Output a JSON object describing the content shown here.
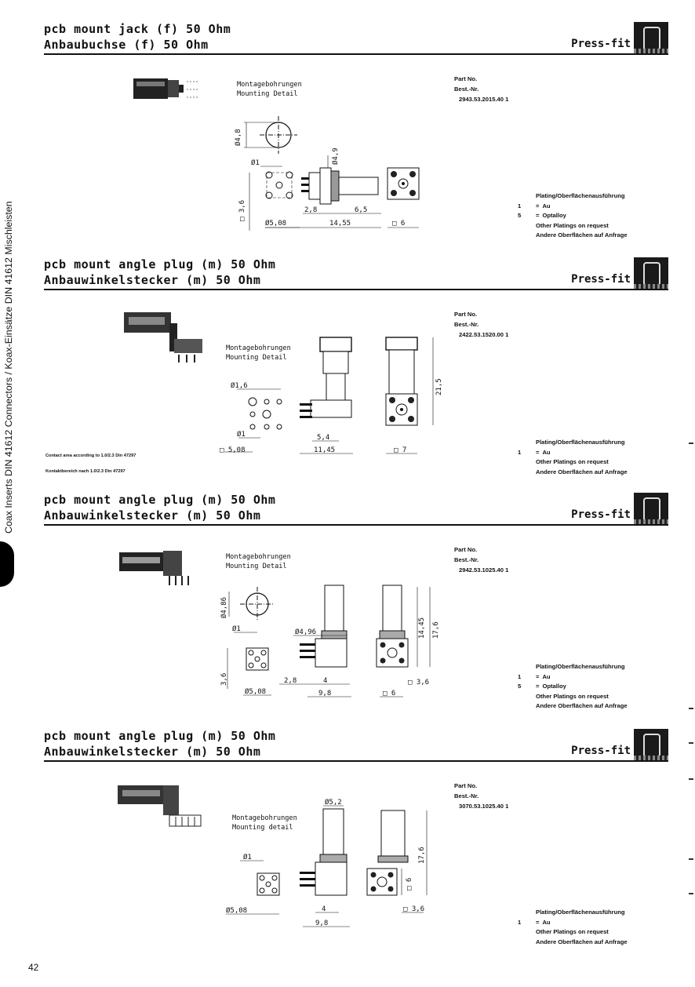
{
  "sidebar": {
    "text": "Coax Inserts DIN 41612 Connectors / Koax-Einsätze DIN 41612 Mischleisten"
  },
  "page_number": "42",
  "sections": [
    {
      "title_en": "pcb mount jack (f) 50 Ohm",
      "title_de": "Anbaubuchse (f) 50 Ohm",
      "mounting": "Press-fit",
      "part_label_en": "Part No.",
      "part_label_de": "Best.-Nr.",
      "part_number": "2943.53.2015.40 1",
      "mounting_detail_de": "Montagebohrungen",
      "mounting_detail_en": "Mounting Detail",
      "plating_header": "Plating/Oberflächenausführung",
      "plating_options": [
        {
          "code": "1",
          "label": "Au"
        },
        {
          "code": "5",
          "label": "Optalloy"
        },
        {
          "code": "",
          "label": "Other Platings on request"
        },
        {
          "code": "",
          "label": "Andere Oberflächen auf Anfrage"
        }
      ],
      "dimensions": [
        "Ø4,8",
        "Ø1",
        "Ø4,9",
        "□ 3,6",
        "2,8",
        "6,5",
        "Ø5,08",
        "14,55",
        "□ 6"
      ]
    },
    {
      "title_en": "pcb mount angle plug (m) 50 Ohm",
      "title_de": "Anbauwinkelstecker (m) 50 Ohm",
      "mounting": "Press-fit",
      "part_label_en": "Part No.",
      "part_label_de": "Best.-Nr.",
      "part_number": "2422.53.1520.00 1",
      "mounting_detail_de": "Montagebohrungen",
      "mounting_detail_en": "Mounting Detail",
      "plating_header": "Plating/Oberflächenausführung",
      "plating_options": [
        {
          "code": "1",
          "label": "Au"
        },
        {
          "code": "",
          "label": "Other Platings on request"
        },
        {
          "code": "",
          "label": "Andere Oberflächen auf Anfrage"
        }
      ],
      "contact_note_en": "Contact area according to 1.0/2.3 Din 47297",
      "contact_note_de": "Kontaktbereich nach 1.0/2.3 Din 47297",
      "dimensions": [
        "Ø1,6",
        "Ø1",
        "□ 5,08",
        "5,4",
        "11,45",
        "□ 7",
        "21,5"
      ]
    },
    {
      "title_en": "pcb mount angle plug (m) 50 Ohm",
      "title_de": "Anbauwinkelstecker (m) 50 Ohm",
      "mounting": "Press-fit",
      "part_label_en": "Part No.",
      "part_label_de": "Best.-Nr.",
      "part_number": "2942.53.1025.40 1",
      "mounting_detail_de": "Montagebohrungen",
      "mounting_detail_en": "Mounting Detail",
      "plating_header": "Plating/Oberflächenausführung",
      "plating_options": [
        {
          "code": "1",
          "label": "Au"
        },
        {
          "code": "5",
          "label": "Optalloy"
        },
        {
          "code": "",
          "label": "Other Platings on request"
        },
        {
          "code": "",
          "label": "Andere Oberflächen auf Anfrage"
        }
      ],
      "dimensions": [
        "Ø4,86",
        "Ø1",
        "Ø4,96",
        "3,6",
        "2,8",
        "4",
        "Ø5,08",
        "9,8",
        "□ 6",
        "□ 3,6",
        "14,45",
        "17,6"
      ]
    },
    {
      "title_en": "pcb mount angle plug (m) 50 Ohm",
      "title_de": "Anbauwinkelstecker (m) 50 Ohm",
      "mounting": "Press-fit",
      "part_label_en": "Part No.",
      "part_label_de": "Best.-Nr.",
      "part_number": "3070.53.1025.40 1",
      "mounting_detail_de": "Montagebohrungen",
      "mounting_detail_en": "Mounting detail",
      "plating_header": "Plating/Oberflächenausführung",
      "plating_options": [
        {
          "code": "1",
          "label": "Au"
        },
        {
          "code": "",
          "label": "Other Platings on request"
        },
        {
          "code": "",
          "label": "Andere Oberflächen auf Anfrage"
        }
      ],
      "dimensions": [
        "Ø5,2",
        "Ø1",
        "Ø5,08",
        "4",
        "9,8",
        "□ 6",
        "□ 3,6",
        "17,6"
      ]
    }
  ]
}
